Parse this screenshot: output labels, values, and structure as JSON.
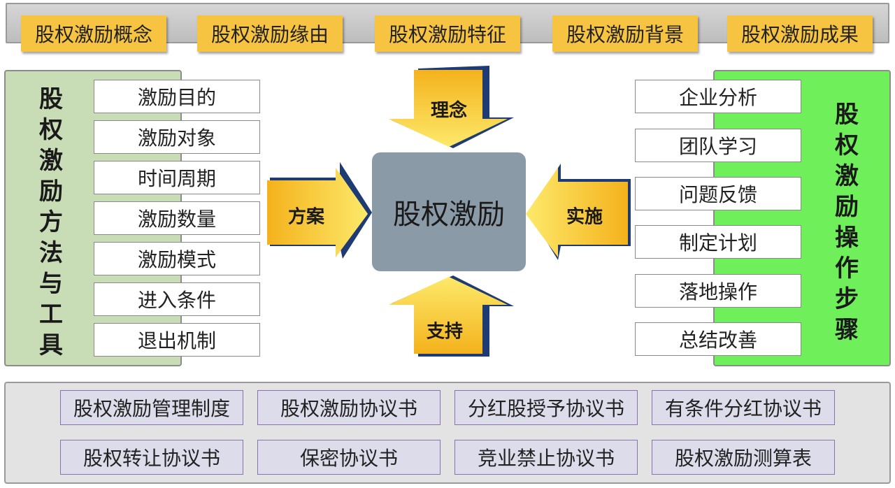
{
  "top_tabs": [
    "股权激励概念",
    "股权激励缘由",
    "股权激励特征",
    "股权激励背景",
    "股权激励成果"
  ],
  "left_panel": {
    "title_chars": [
      "股",
      "权",
      "激",
      "励",
      "方",
      "法",
      "与",
      "工",
      "具"
    ],
    "items": [
      "激励目的",
      "激励对象",
      "时间周期",
      "激励数量",
      "激励模式",
      "进入条件",
      "退出机制"
    ]
  },
  "right_panel": {
    "title_chars": [
      "股",
      "权",
      "激",
      "励",
      "操",
      "作",
      "步",
      "骤"
    ],
    "items": [
      "企业分析",
      "团队学习",
      "问题反馈",
      "制定计划",
      "落地操作",
      "总结改善"
    ]
  },
  "center": {
    "label": "股权激励",
    "arrow_top": "理念",
    "arrow_left": "方案",
    "arrow_right": "实施",
    "arrow_bottom": "支持"
  },
  "bottom_docs": [
    "股权激励管理制度",
    "股权激励协议书",
    "分红股授予协议书",
    "有条件分红协议书",
    "股权转让协议书",
    "保密协议书",
    "竞业禁止协议书",
    "股权激励测算表"
  ],
  "colors": {
    "tab": "#f6c441",
    "arrow_light": "#fde96a",
    "arrow_dark": "#f4b21c",
    "arrow_edge": "#1f3b73",
    "center_box": "#8a9aa6",
    "left_panel": "#c8dcb6",
    "right_panel": "#6ff05a",
    "doc_box": "#dcdceb"
  }
}
